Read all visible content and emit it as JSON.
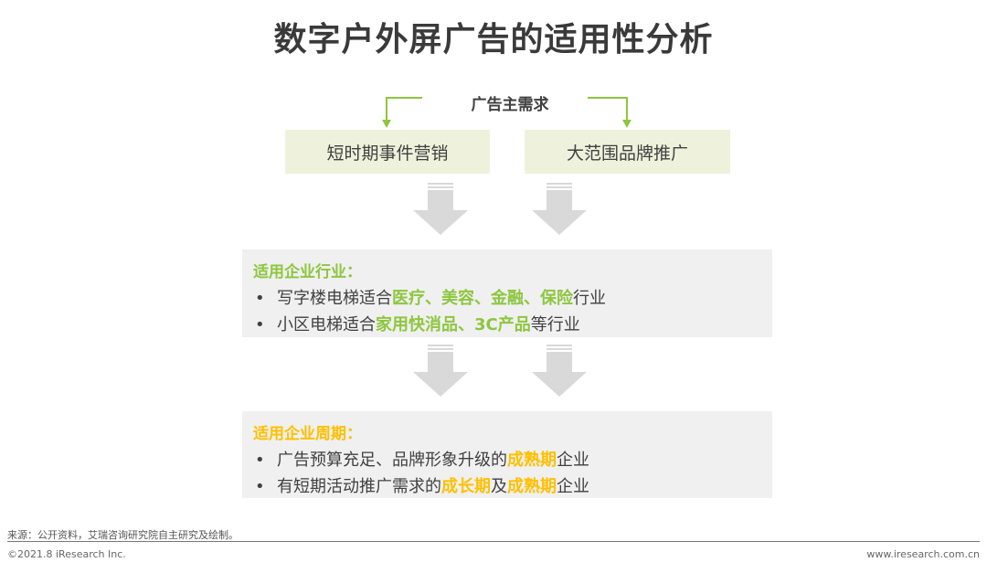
{
  "title": "数字户外屏广告的适用性分析",
  "demand_label": "广告主需求",
  "needs": [
    "短时期事件营销",
    "大范围品牌推广"
  ],
  "colors": {
    "green": "#8dc63f",
    "yellow": "#ffc000",
    "need_bg": "#eef2dc",
    "panel_bg": "#f0f0f0",
    "arrow": "#d9d9d9"
  },
  "industry": {
    "heading": "适用企业行业：",
    "items": [
      [
        {
          "t": "写字楼电梯适合",
          "h": false
        },
        {
          "t": "医疗、美容、金融、保险",
          "h": true
        },
        {
          "t": "行业",
          "h": false
        }
      ],
      [
        {
          "t": "小区电梯适合",
          "h": false
        },
        {
          "t": "家用快消品、3C产品",
          "h": true
        },
        {
          "t": "等行业",
          "h": false
        }
      ]
    ]
  },
  "cycle": {
    "heading": "适用企业周期：",
    "items": [
      [
        {
          "t": "广告预算充足、品牌形象升级的",
          "h": false
        },
        {
          "t": "成熟期",
          "h": true
        },
        {
          "t": "企业",
          "h": false
        }
      ],
      [
        {
          "t": "有短期活动推广需求的",
          "h": false
        },
        {
          "t": "成长期",
          "h": true
        },
        {
          "t": "及",
          "h": false
        },
        {
          "t": "成熟期",
          "h": true
        },
        {
          "t": "企业",
          "h": false
        }
      ]
    ]
  },
  "bullet": "•",
  "footer": {
    "source": "来源：公开资料，艾瑞咨询研究院自主研究及绘制。",
    "copyright": "©2021.8 iResearch Inc.",
    "website": "www.iresearch.com.cn"
  }
}
